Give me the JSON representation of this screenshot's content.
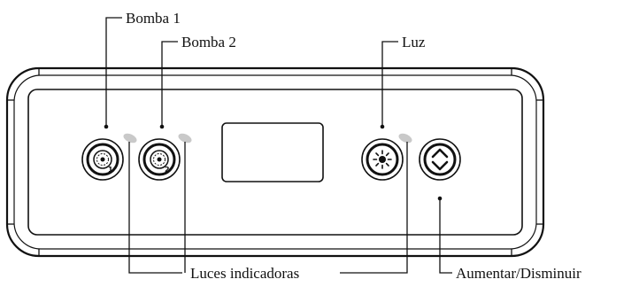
{
  "labels": {
    "pump1": "Bomba 1",
    "pump2": "Bomba 2",
    "light": "Luz",
    "indicators": "Luces indicadoras",
    "updown": "Aumentar/Disminuir"
  },
  "colors": {
    "outline": "#111111",
    "indicator": "#c9c9c9",
    "background": "#ffffff"
  },
  "icons": [
    "pump-1-icon",
    "pump-2-icon",
    "light-icon",
    "up-down-icon"
  ]
}
